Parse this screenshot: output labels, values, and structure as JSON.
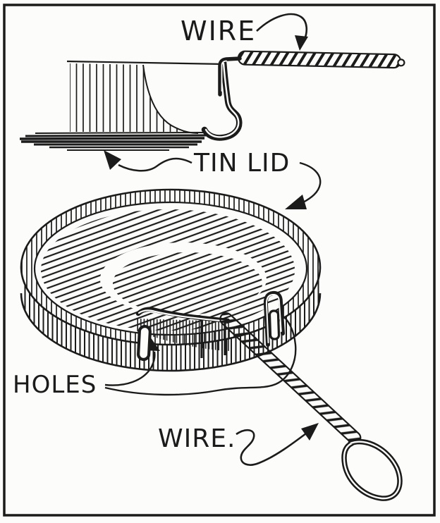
{
  "figure": {
    "paper_color": "#fcfcfa",
    "ink_color": "#1b1b1b",
    "labels": {
      "wire_top": "WIRE",
      "tin_lid": "TIN LID",
      "holes": "HOLES",
      "wire_bottom": "WIRE."
    }
  }
}
